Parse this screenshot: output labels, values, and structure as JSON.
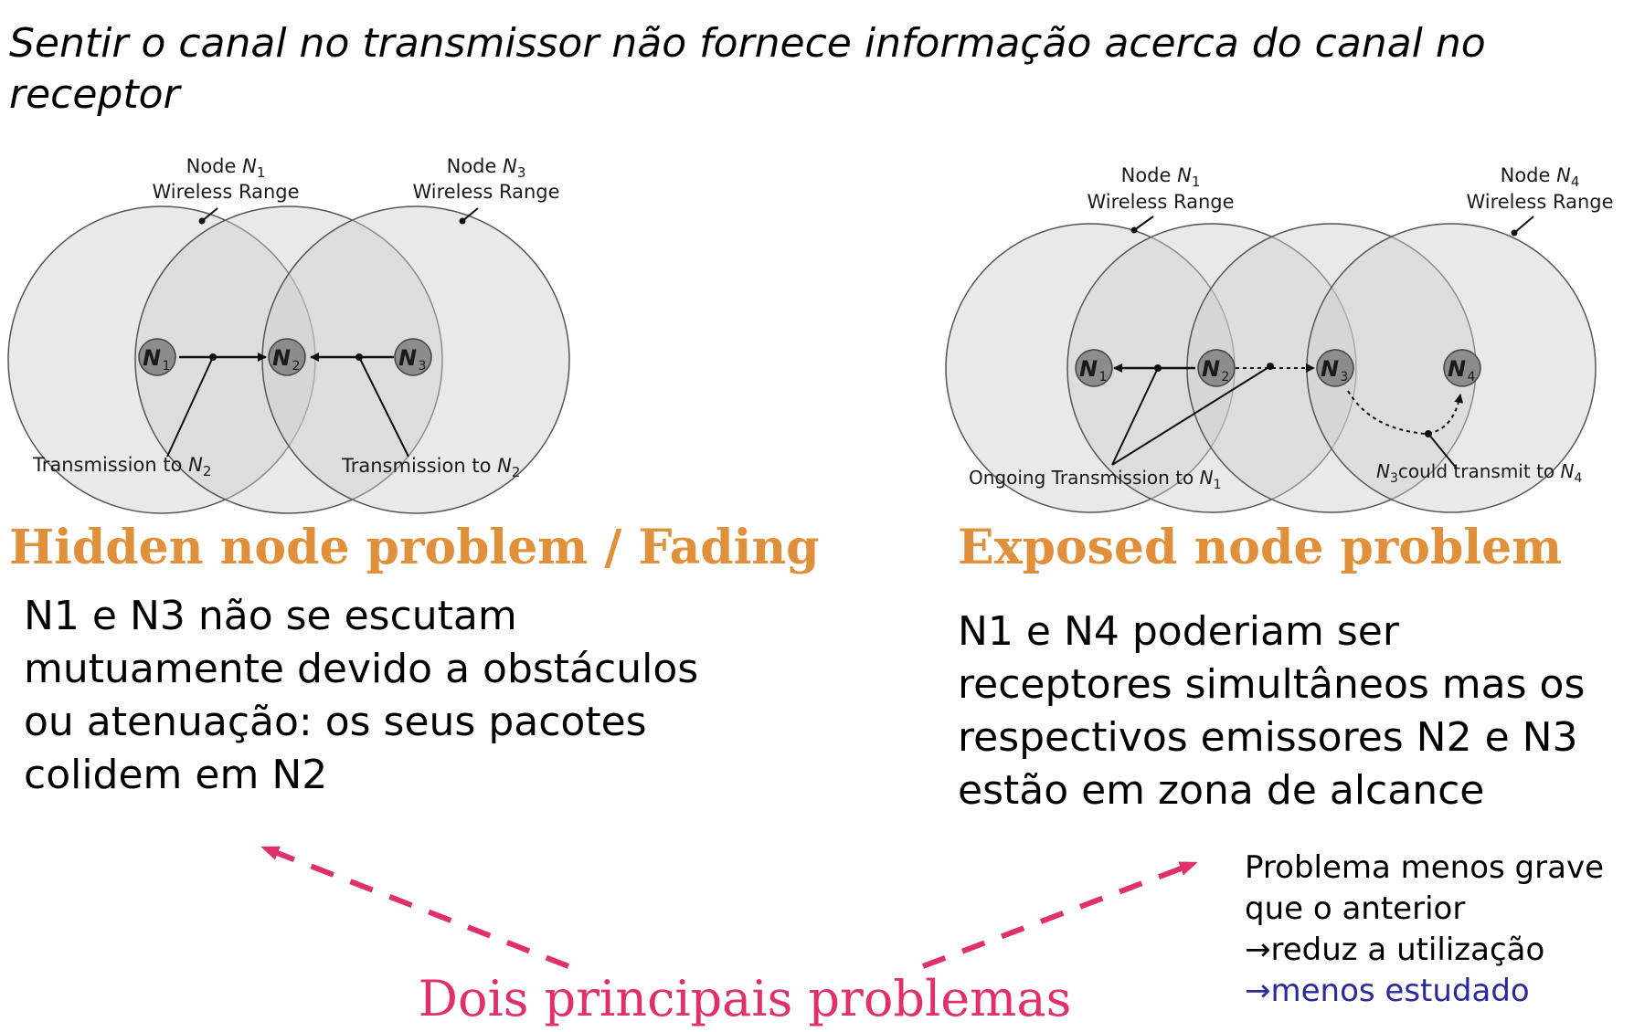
{
  "title": "Sentir o canal no transmissor não fornece informação acerca do canal no receptor",
  "left_diagram": {
    "range_label_1": {
      "prefix": "Node ",
      "node": "N",
      "sub": "1",
      "line2": "Wireless Range"
    },
    "range_label_2": {
      "prefix": "Node ",
      "node": "N",
      "sub": "3",
      "line2": "Wireless Range"
    },
    "nodes": [
      {
        "letter": "N",
        "sub": "1"
      },
      {
        "letter": "N",
        "sub": "2"
      },
      {
        "letter": "N",
        "sub": "3"
      }
    ],
    "transmission_label_1": {
      "text": "Transmission to ",
      "node": "N",
      "sub": "2"
    },
    "transmission_label_2": {
      "text": "Transmission to ",
      "node": "N",
      "sub": "2"
    }
  },
  "right_diagram": {
    "range_label_1": {
      "prefix": "Node ",
      "node": "N",
      "sub": "1",
      "line2": "Wireless Range"
    },
    "range_label_2": {
      "prefix": "Node ",
      "node": "N",
      "sub": "4",
      "line2": "Wireless Range"
    },
    "nodes": [
      {
        "letter": "N",
        "sub": "1"
      },
      {
        "letter": "N",
        "sub": "2"
      },
      {
        "letter": "N",
        "sub": "3"
      },
      {
        "letter": "N",
        "sub": "4"
      }
    ],
    "ongoing_label": {
      "text": "Ongoing Transmission to ",
      "node": "N",
      "sub": "1"
    },
    "could_label": {
      "node": "N",
      "sub": "3",
      "text": "could transmit to ",
      "node2": "N",
      "sub2": "4"
    }
  },
  "left_section": {
    "heading": "Hidden node problem / Fading",
    "body_lines": [
      "N1 e N3 não se escutam",
      "mutuamente devido a obstáculos",
      "ou atenuação: os seus pacotes",
      "colidem em N2"
    ]
  },
  "right_section": {
    "heading": "Exposed node problem",
    "body_lines": [
      "N1 e N4 poderiam ser",
      "receptores simultâneos mas os",
      "respectivos emissores N2 e N3",
      "estão em zona de alcance"
    ]
  },
  "note": {
    "line1": "Problema menos grave",
    "line2": "que o anterior",
    "line3": "→reduz a utilização",
    "line4": "→menos estudado"
  },
  "bottom_caption": "Dois principais problemas",
  "colors": {
    "heading": "#e0903a",
    "caption": "#e0306a",
    "note_blue": "#2a2a9a",
    "circle_fill": "#cfcfcf",
    "node_fill": "#8c8c8c"
  }
}
